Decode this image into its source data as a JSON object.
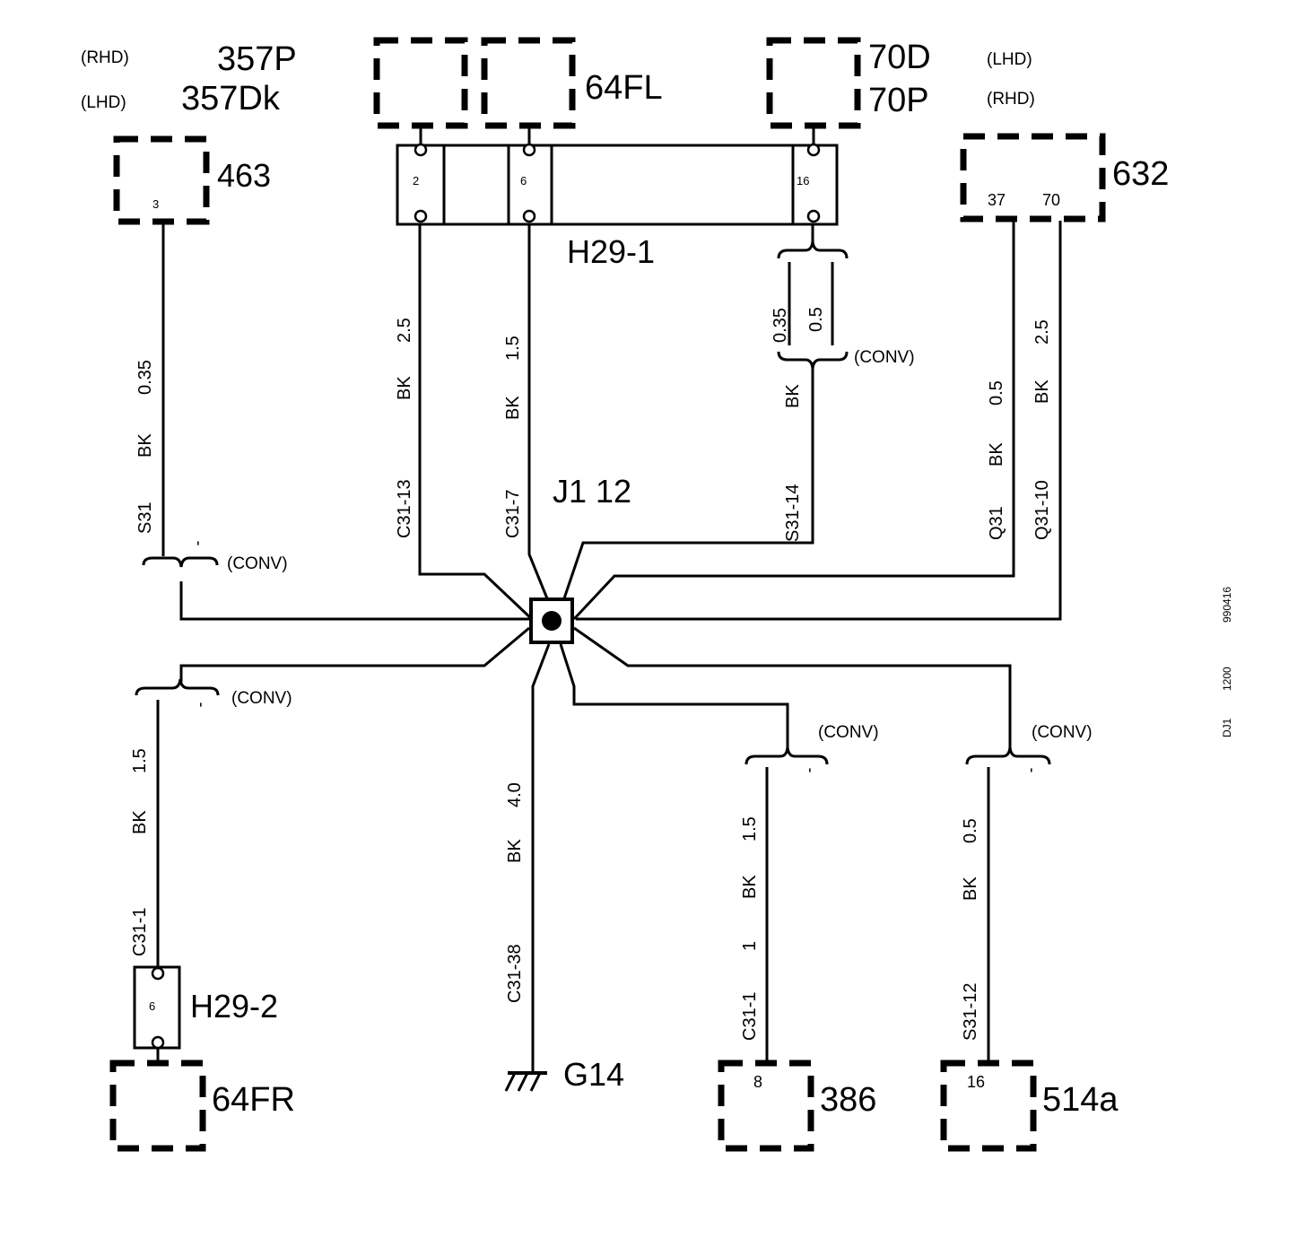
{
  "components": {
    "c463": {
      "id": "463",
      "pin": "3",
      "rhd_id": "357P",
      "lhd_id": "357Dk",
      "rhd_tag": "(RHD)",
      "lhd_tag": "(LHD)"
    },
    "c64fl": {
      "id": "64FL"
    },
    "c70": {
      "id_lhd": "70D",
      "id_rhd": "70P",
      "lhd_tag": "(LHD)",
      "rhd_tag": "(RHD)"
    },
    "c632": {
      "id": "632",
      "pin_a": "37",
      "pin_b": "70"
    },
    "c64fr": {
      "id": "64FR"
    },
    "c386": {
      "id": "386",
      "pin": "8"
    },
    "c514a": {
      "id": "514a",
      "pin": "16"
    }
  },
  "connectors": {
    "h29_1": {
      "id": "H29-1",
      "pins": [
        "2",
        "6",
        "16"
      ]
    },
    "h29_2": {
      "id": "H29-2",
      "pin": "6"
    }
  },
  "splice": {
    "label": "J1  12"
  },
  "ground": {
    "id": "G14"
  },
  "wires": {
    "w463": {
      "size": "0.35",
      "color": "BK",
      "circuit": "S31"
    },
    "w2": {
      "size": "2.5",
      "color": "BK",
      "circuit": "C31-13"
    },
    "w6": {
      "size": "1.5",
      "color": "BK",
      "circuit": "C31-7"
    },
    "w16": {
      "size_a": "0.35",
      "size_b": "0.5",
      "color": "BK",
      "circuit": "S31-14"
    },
    "w37": {
      "size": "0.5",
      "color": "BK",
      "circuit": "Q31"
    },
    "w70": {
      "size": "2.5",
      "color": "BK",
      "circuit": "Q31-10"
    },
    "w64fr": {
      "size": "1.5",
      "color": "BK",
      "circuit": "C31-1"
    },
    "wg14": {
      "size": "4.0",
      "color": "BK",
      "circuit": "C31-38"
    },
    "w386": {
      "size": "1.5",
      "color": "BK",
      "extra": "1",
      "circuit": "C31-1"
    },
    "w514a": {
      "size": "0.5",
      "color": "BK",
      "circuit": "S31-12"
    }
  },
  "conv": "(CONV)",
  "conv_mark": "'",
  "side_code": [
    "990416",
    "1200",
    "DJ1"
  ]
}
